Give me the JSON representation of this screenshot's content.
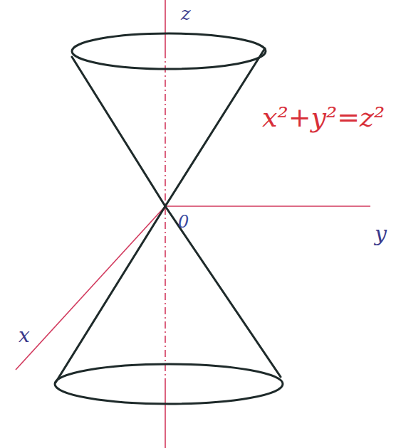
{
  "diagram": {
    "labels": [
      "z",
      "x²+y²=z²",
      "0",
      "y",
      "x"
    ]
  }
}
